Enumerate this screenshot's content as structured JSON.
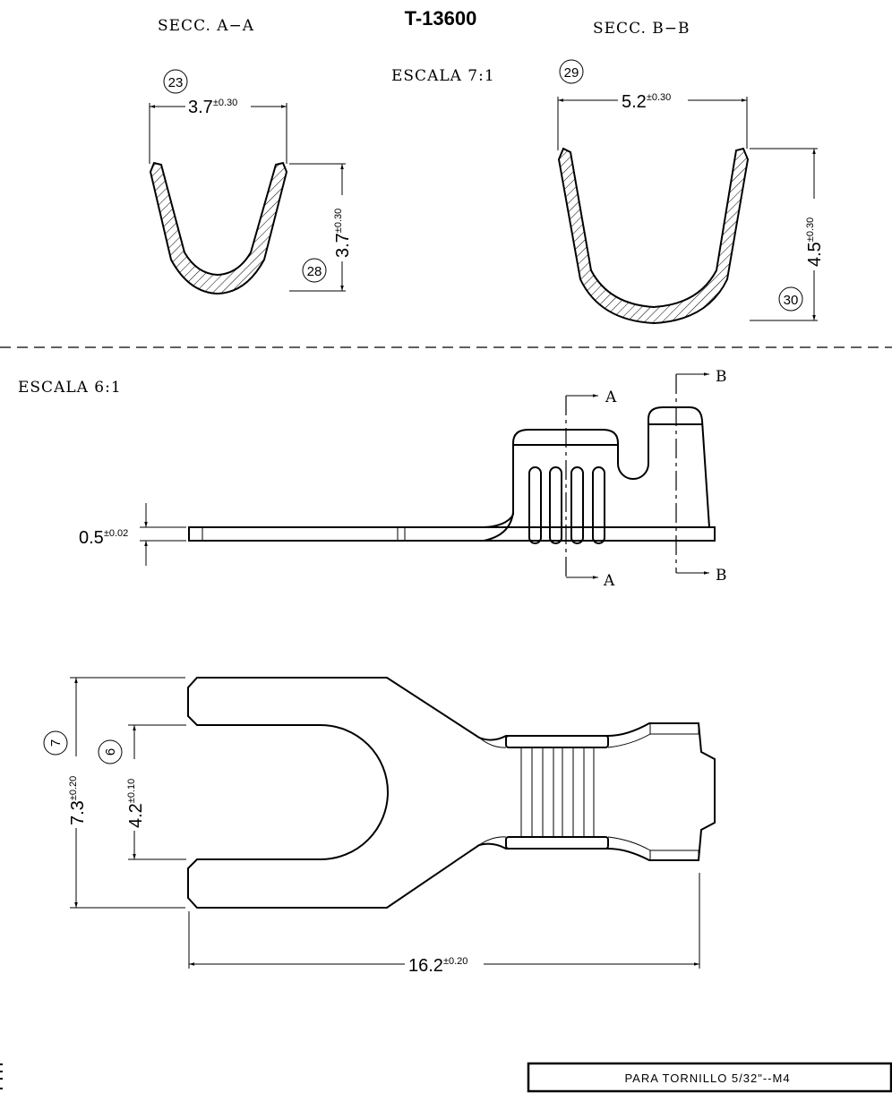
{
  "title": "T-13600",
  "section_a": {
    "label": "SECC. A−A",
    "width_value": "3.7",
    "width_tol": "±0.30",
    "height_value": "3.7",
    "height_tol": "±0.30",
    "callout_width": "23",
    "callout_height": "28"
  },
  "section_b": {
    "label": "SECC. B−B",
    "width_value": "5.2",
    "width_tol": "±0.30",
    "height_value": "4.5",
    "height_tol": "±0.30",
    "callout_width": "29",
    "callout_height": "30"
  },
  "scale_sections": "ESCALA 7:1",
  "scale_views": "ESCALA 6:1",
  "side_view": {
    "thickness_value": "0.5",
    "thickness_tol": "±0.02",
    "cut_a": "A",
    "cut_b": "B"
  },
  "plan_view": {
    "overall_width_value": "7.3",
    "overall_width_tol": "±0.20",
    "callout_overall_width": "7",
    "slot_width_value": "4.2",
    "slot_width_tol": "±0.10",
    "callout_slot_width": "6",
    "length_value": "16.2",
    "length_tol": "±0.20"
  },
  "note": "PARA TORNILLO 5/32\"--M4"
}
